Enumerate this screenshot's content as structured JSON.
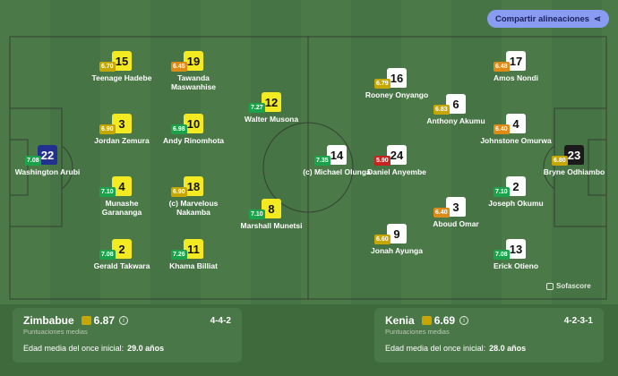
{
  "share_button": {
    "label": "Compartir alineaciones"
  },
  "brand": {
    "name": "Sofascore"
  },
  "home": {
    "name": "Zimbabue",
    "rating": "6.87",
    "formation": "4-4-2",
    "ratings_label": "Puntuaciones medias",
    "age_label": "Edad media del once inicial:",
    "age_value": "29.0 años",
    "players": [
      {
        "num": "22",
        "rating": "7.08",
        "name": "Washington Arubi",
        "rc": "green",
        "kit": "gk-zim"
      },
      {
        "num": "4",
        "rating": "7.10",
        "name": "Munashe Garananga",
        "rc": "green",
        "kit": "zim"
      },
      {
        "num": "3",
        "rating": "6.90",
        "name": "Jordan Zemura",
        "rc": "yellow",
        "kit": "zim"
      },
      {
        "num": "15",
        "rating": "6.70",
        "name": "Teenage Hadebe",
        "rc": "yellow",
        "kit": "zim"
      },
      {
        "num": "2",
        "rating": "7.08",
        "name": "Gerald Takwara",
        "rc": "green",
        "kit": "zim"
      },
      {
        "num": "19",
        "rating": "6.45",
        "name": "Tawanda Maswanhise",
        "rc": "orange",
        "kit": "zim"
      },
      {
        "num": "10",
        "rating": "6.98",
        "name": "Andy Rinomhota",
        "rc": "green",
        "kit": "zim"
      },
      {
        "num": "18",
        "rating": "6.90",
        "name": "(c) Marvelous Nakamba",
        "rc": "yellow",
        "kit": "zim"
      },
      {
        "num": "11",
        "rating": "7.26",
        "name": "Khama Billiat",
        "rc": "green",
        "kit": "zim"
      },
      {
        "num": "12",
        "rating": "7.27",
        "name": "Walter Musona",
        "rc": "green",
        "kit": "zim"
      },
      {
        "num": "8",
        "rating": "7.10",
        "name": "Marshall Munetsi",
        "rc": "green",
        "kit": "zim"
      }
    ]
  },
  "away": {
    "name": "Kenia",
    "rating": "6.69",
    "formation": "4-2-3-1",
    "ratings_label": "Puntuaciones medias",
    "age_label": "Edad media del once inicial:",
    "age_value": "28.0 años",
    "players": [
      {
        "num": "14",
        "rating": "7.35",
        "name": "(c) Michael Olunga",
        "rc": "green",
        "kit": "ken"
      },
      {
        "num": "16",
        "rating": "6.79",
        "name": "Rooney Onyango",
        "rc": "yellow",
        "kit": "ken"
      },
      {
        "num": "24",
        "rating": "5.90",
        "name": "Daniel Anyembe",
        "rc": "red",
        "kit": "ken"
      },
      {
        "num": "9",
        "rating": "6.60",
        "name": "Jonah Ayunga",
        "rc": "yellow",
        "kit": "ken"
      },
      {
        "num": "6",
        "rating": "6.83",
        "name": "Anthony Akumu",
        "rc": "yellow",
        "kit": "ken"
      },
      {
        "num": "3",
        "rating": "6.40",
        "name": "Aboud Omar",
        "rc": "orange",
        "kit": "ken"
      },
      {
        "num": "17",
        "rating": "6.48",
        "name": "Amos Nondi",
        "rc": "orange",
        "kit": "ken"
      },
      {
        "num": "4",
        "rating": "6.40",
        "name": "Johnstone Omurwa",
        "rc": "orange",
        "kit": "ken"
      },
      {
        "num": "2",
        "rating": "7.10",
        "name": "Joseph Okumu",
        "rc": "green",
        "kit": "ken"
      },
      {
        "num": "13",
        "rating": "7.08",
        "name": "Erick Otieno",
        "rc": "green",
        "kit": "ken"
      },
      {
        "num": "23",
        "rating": "6.80",
        "name": "Bryne Odhiambo",
        "rc": "yellow",
        "kit": "gk-ken"
      }
    ]
  },
  "colors": {
    "pitch": "#4b7a48",
    "home_kit": "#f3ea22",
    "away_kit": "#ffffff",
    "accent": "#8a9bf2"
  }
}
